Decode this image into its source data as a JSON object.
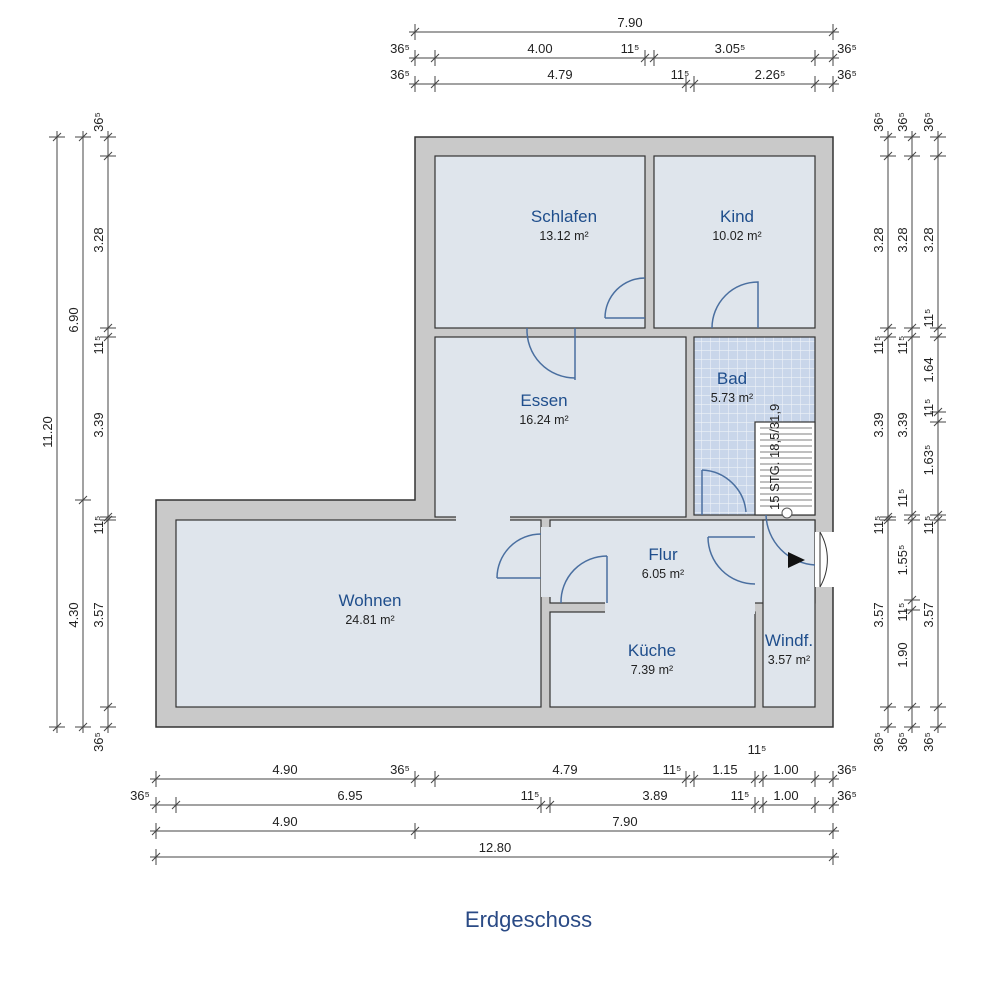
{
  "title": "Erdgeschoss",
  "colors": {
    "wall": "#c9c9c9",
    "room": "#dfe5ec",
    "tile": "#c9d6ea",
    "door": "#4a6fa0",
    "label": "#1f4e8c"
  },
  "rooms": [
    {
      "name": "Schlafen",
      "area": "13.12 m²"
    },
    {
      "name": "Kind",
      "area": "10.02 m²"
    },
    {
      "name": "Essen",
      "area": "16.24 m²"
    },
    {
      "name": "Bad",
      "area": "5.73 m²"
    },
    {
      "name": "Wohnen",
      "area": "24.81 m²"
    },
    {
      "name": "Flur",
      "area": "6.05 m²"
    },
    {
      "name": "Küche",
      "area": "7.39 m²"
    },
    {
      "name": "Windf.",
      "area": "3.57 m²"
    }
  ],
  "stair_label": "15 STG. 18,5/31,9",
  "dimensions": {
    "top": [
      [
        "7.90"
      ],
      [
        "36⁵",
        "4.00",
        "11⁵",
        "3.05⁵",
        "36⁵"
      ],
      [
        "36⁵",
        "4.79",
        "11⁵",
        "2.26⁵",
        "36⁵"
      ]
    ],
    "bottom": [
      [
        "4.90",
        "36⁵",
        "4.79",
        "11⁵",
        "1.15",
        "11⁵",
        "1.00",
        "36⁵"
      ],
      [
        "36⁵",
        "6.95",
        "11⁵",
        "3.89",
        "11⁵",
        "1.00",
        "36⁵"
      ],
      [
        "4.90",
        "7.90"
      ],
      [
        "12.80"
      ]
    ],
    "left": [
      [
        "11.20"
      ],
      [
        "6.90",
        "4.30"
      ],
      [
        "36⁵",
        "3.28",
        "11⁵",
        "3.39",
        "11⁵",
        "3.57",
        "36⁵"
      ]
    ],
    "right": [
      [
        "36⁵",
        "3.28",
        "11⁵",
        "3.39",
        "11⁵",
        "3.57",
        "36⁵"
      ],
      [
        "36⁵",
        "3.28",
        "11⁵",
        "3.39",
        "11⁵",
        "1.55⁵",
        "11⁵",
        "1.90",
        "36⁵"
      ],
      [
        "36⁵",
        "3.28",
        "11⁵",
        "1.64",
        "11⁵",
        "1.63⁵",
        "11⁵",
        "3.57",
        "36⁵"
      ]
    ]
  }
}
